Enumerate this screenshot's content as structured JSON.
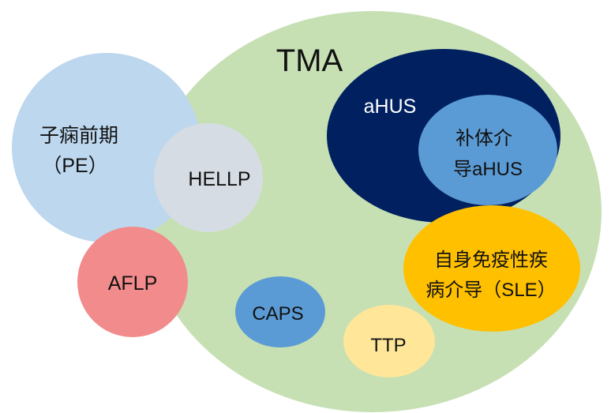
{
  "title": "TMA",
  "nodes": {
    "tma": {
      "label": "TMA",
      "color": "#c6e0b4"
    },
    "pe": {
      "line1": "子痫前期",
      "line2": "（PE）",
      "color": "#bdd7ee"
    },
    "hellp": {
      "label": "HELLP",
      "color": "#d6dce4"
    },
    "aflp": {
      "label": "AFLP",
      "color": "#f28b8b"
    },
    "ahus": {
      "label": "aHUS",
      "color": "#002060"
    },
    "complement": {
      "line1": "补体介",
      "line2": "导aHUS",
      "color": "#5b9bd5"
    },
    "sle": {
      "line1": "自身免疫性疾",
      "line2": "病介导（SLE）",
      "color": "#ffc000"
    },
    "caps": {
      "label": "CAPS",
      "color": "#5b9bd5"
    },
    "ttp": {
      "label": "TTP",
      "color": "#ffe699"
    }
  }
}
